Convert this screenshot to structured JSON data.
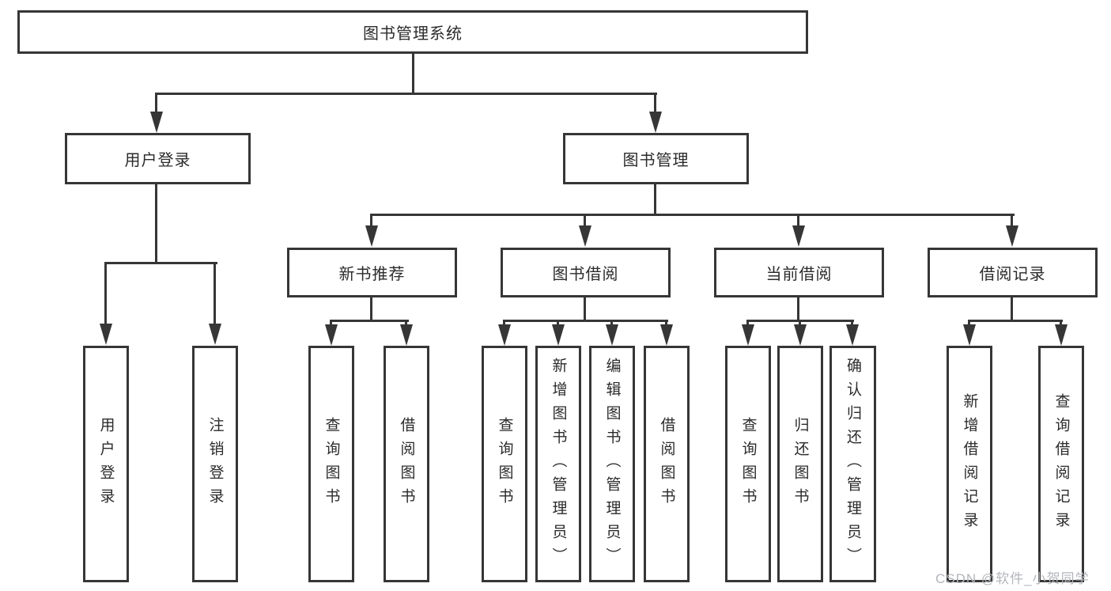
{
  "diagram": {
    "title": "图书管理系统",
    "type": "hierarchy-diagram",
    "nodes": {
      "root": {
        "label": "图书管理系统",
        "level": 0
      },
      "user_login": {
        "label": "用户登录",
        "level": 1
      },
      "book_mgmt": {
        "label": "图书管理",
        "level": 1
      },
      "new_book_rec": {
        "label": "新书推荐",
        "level": 2
      },
      "book_borrow": {
        "label": "图书借阅",
        "level": 2
      },
      "current_borrow": {
        "label": "当前借阅",
        "level": 2
      },
      "borrow_records": {
        "label": "借阅记录",
        "level": 2
      },
      "leaf_user_login": {
        "label": "用户登录",
        "level": 3
      },
      "leaf_logout": {
        "label": "注销登录",
        "level": 3
      },
      "leaf_query_book_rec": {
        "label": "查询图书",
        "level": 3
      },
      "leaf_borrow_book_rec": {
        "label": "借阅图书",
        "level": 3
      },
      "leaf_query_book_borrow": {
        "label": "查询图书",
        "level": 3
      },
      "leaf_add_book": {
        "label": "新增图书（管理员）",
        "level": 3
      },
      "leaf_edit_book": {
        "label": "编辑图书（管理员）",
        "level": 3
      },
      "leaf_borrow_book_borrow": {
        "label": "借阅图书",
        "level": 3
      },
      "leaf_query_book_current": {
        "label": "查询图书",
        "level": 3
      },
      "leaf_return_book": {
        "label": "归还图书",
        "level": 3
      },
      "leaf_confirm_return": {
        "label": "确认归还（管理员）",
        "level": 3
      },
      "leaf_add_borrow_record": {
        "label": "新增借阅记录",
        "level": 3
      },
      "leaf_query_borrow_record": {
        "label": "查询借阅记录",
        "level": 3
      }
    },
    "hierarchy": {
      "图书管理系统": {
        "用户登录": [
          "用户登录",
          "注销登录"
        ],
        "图书管理": {
          "新书推荐": [
            "查询图书",
            "借阅图书"
          ],
          "图书借阅": [
            "查询图书",
            "新增图书（管理员）",
            "编辑图书（管理员）",
            "借阅图书"
          ],
          "当前借阅": [
            "查询图书",
            "归还图书",
            "确认归还（管理员）"
          ],
          "借阅记录": [
            "新增借阅记录",
            "查询借阅记录"
          ]
        }
      }
    }
  },
  "watermark": {
    "text": "CSDN @软件_小贺同学"
  },
  "colors": {
    "line": "#363636",
    "box_border": "#363636",
    "box_fill": "#ffffff",
    "text": "#2b2b2b",
    "watermark": "#b3b6bb",
    "background": "#ffffff"
  }
}
